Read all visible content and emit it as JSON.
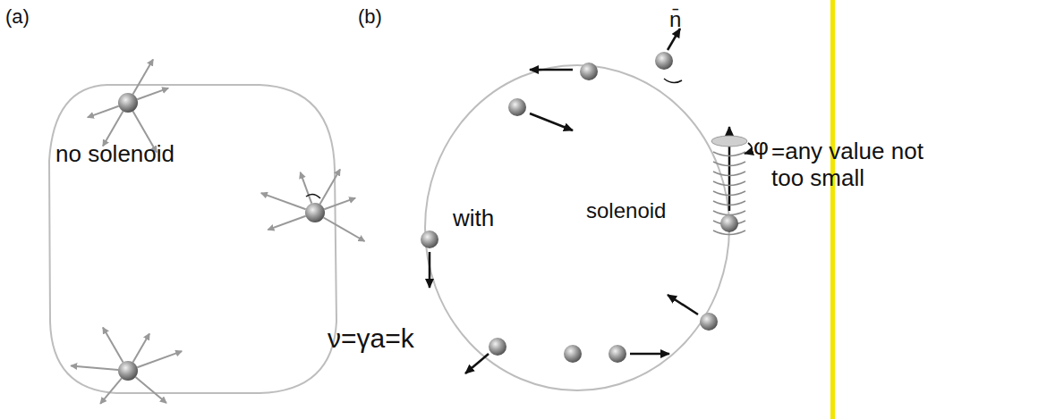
{
  "diagram": {
    "labels": [
      "(a)",
      "no solenoid",
      "(b)",
      "n̄",
      "with",
      "solenoid",
      "φ",
      "=any value not too small",
      "ν=γa=k"
    ]
  }
}
